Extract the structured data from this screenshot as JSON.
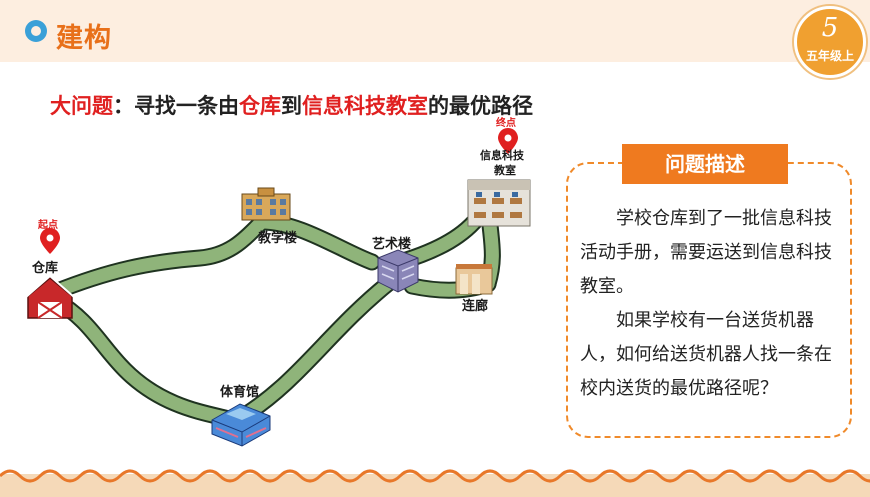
{
  "header": {
    "title": "建构",
    "icon": "location-pin-icon"
  },
  "grade_badge": {
    "number": "5",
    "label": "五年级上"
  },
  "question": {
    "prefix": "大问题",
    "colon": "：",
    "part1": "寻找一条由",
    "start": "仓库",
    "part2": "到",
    "end": "信息科技教室",
    "part3": "的最优路径"
  },
  "map": {
    "start_tag": "起点",
    "end_tag": "终点",
    "nodes": {
      "warehouse": "仓库",
      "teaching_building": "教学楼",
      "art_building": "艺术楼",
      "it_classroom_line1": "信息科技",
      "it_classroom_line2": "教室",
      "corridor": "连廊",
      "gym": "体育馆"
    }
  },
  "panel": {
    "title": "问题描述",
    "paragraph1_lines": [
      "学校仓库到了一批信息科",
      "技活动手册，需要运送到信息",
      "科技教室。"
    ],
    "paragraph2_lines": [
      "如果学校有一台送货机器",
      "人，如何给送货机器人找一条",
      "在校内送货的最优路径呢？"
    ]
  },
  "colors": {
    "accent": "#ef7a1f",
    "highlight_red": "#e02020",
    "road": "#8fb47a",
    "road_border": "#1f3320"
  }
}
